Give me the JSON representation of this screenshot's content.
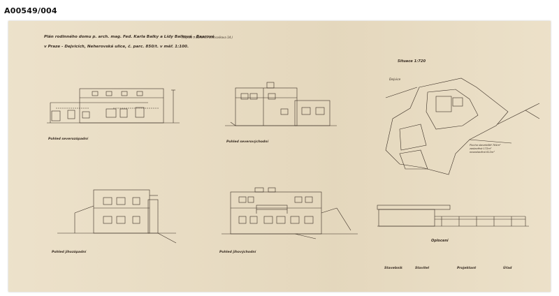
{
  "reference_code": "A00549/004",
  "title": {
    "line1": "Plán rodinného domu p. arch. mag. Fed. Karla Balky a Lídy Balkové - Baarové",
    "line1_sub": "(Tejnice v Bohemii, Bruncvíkova 14.)",
    "line2": "v Praze - Dejvicích, Neherovská ulice, č. parc. 850/t. v měř. 1:100."
  },
  "situation": {
    "title": "Situace 1:720",
    "area_label": "Dejvice",
    "legend": [
      "Plocha stavebiště 784m²",
      "zastavěná 172m²",
      "nezastavěná 612m²"
    ]
  },
  "views": {
    "nw": "Pohled severozápadní",
    "ne": "Pohled severovýchodní",
    "sw": "Pohled jihozápadní",
    "se": "Pohled jihovýchodní",
    "fence": "Oplocení"
  },
  "signatures": [
    "Stavebník",
    "Stavitel",
    "Projektant",
    "Úřad"
  ],
  "colors": {
    "paper": "#ebdfc6",
    "ink": "#3a2e24",
    "border": "#ffffff"
  }
}
